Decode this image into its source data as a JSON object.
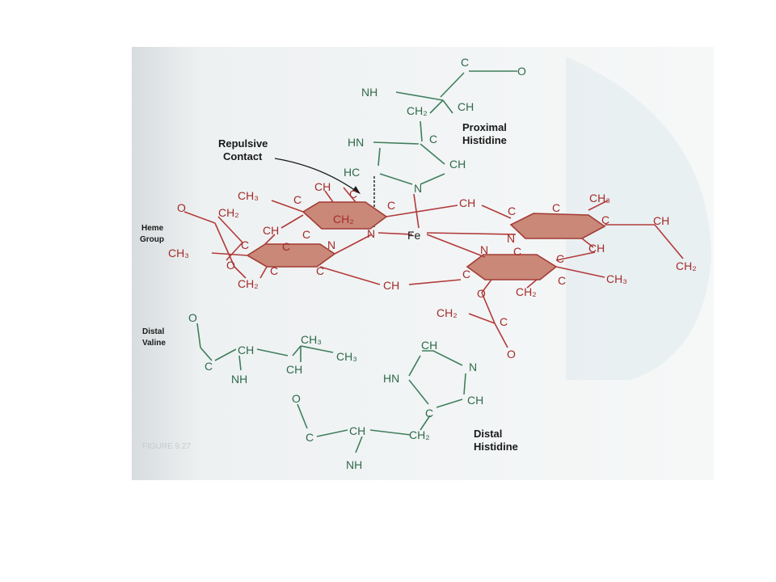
{
  "figure": {
    "captions": {
      "repulsive_line1": "Repulsive",
      "repulsive_line2": "Contact",
      "proximal_line1": "Proximal",
      "proximal_line2": "Histidine",
      "heme_line1": "Heme",
      "heme_line2": "Group",
      "distal_valine_line1": "Distal",
      "distal_valine_line2": "Valine",
      "distal_histidine_line1": "Distal",
      "distal_histidine_line2": "Histidine"
    },
    "proximal_histidine_atoms": {
      "c_top": "C",
      "o_top": "O",
      "nh": "NH",
      "ch2": "CH₂",
      "ch": "CH",
      "hn": "HN",
      "c_ring": "C",
      "hc": "HC",
      "ch_ring": "CH",
      "n_ring": "N"
    },
    "heme_atoms": {
      "ch3_left_top": "CH₃",
      "c1": "C",
      "ch_top": "CH",
      "c2": "C",
      "c3": "C",
      "ch2_center": "CH₂",
      "n_center": "N",
      "fe": "Fe",
      "ch_bridge_top": "CH",
      "ch3_right_top": "CH₃",
      "c_right1": "C",
      "c_right2": "C",
      "c_right3": "C",
      "ch_right": "CH",
      "n_right": "N",
      "ch_right2": "CH",
      "ch2_right_end": "CH₂",
      "o_left": "O",
      "ch2_left": "CH₂",
      "ch_left": "CH",
      "c_left1": "C",
      "n_left": "N",
      "c_left2": "C",
      "ch3_left": "CH₃",
      "c_left3": "C",
      "o_left2": "O",
      "c_left4": "C",
      "c_left5": "C",
      "ch2_left_bottom": "CH₂",
      "ch_bottom": "CH",
      "n_bottom": "N",
      "c_bot1": "C",
      "c_bot2": "C",
      "c_bot3": "C",
      "ch3_bottom": "CH₃",
      "c_bot4": "C",
      "o_bottom": "O",
      "ch2_bottom": "CH₂",
      "ch2_bottom2": "CH₂",
      "c_bot5": "C",
      "o_bottom2": "O"
    },
    "distal_valine_atoms": {
      "o": "O",
      "ch": "CH",
      "ch3_top": "CH₃",
      "c": "C",
      "ch3_right": "CH₃",
      "nh": "NH",
      "ch_low": "CH"
    },
    "distal_histidine_atoms": {
      "ch_top": "CH",
      "n": "N",
      "hn": "HN",
      "ch_right": "CH",
      "c": "C",
      "o": "O",
      "ch": "CH",
      "c_low": "C",
      "ch2": "CH₂",
      "nh": "NH"
    },
    "scan_margin_text": "FIGURE 9.27"
  }
}
